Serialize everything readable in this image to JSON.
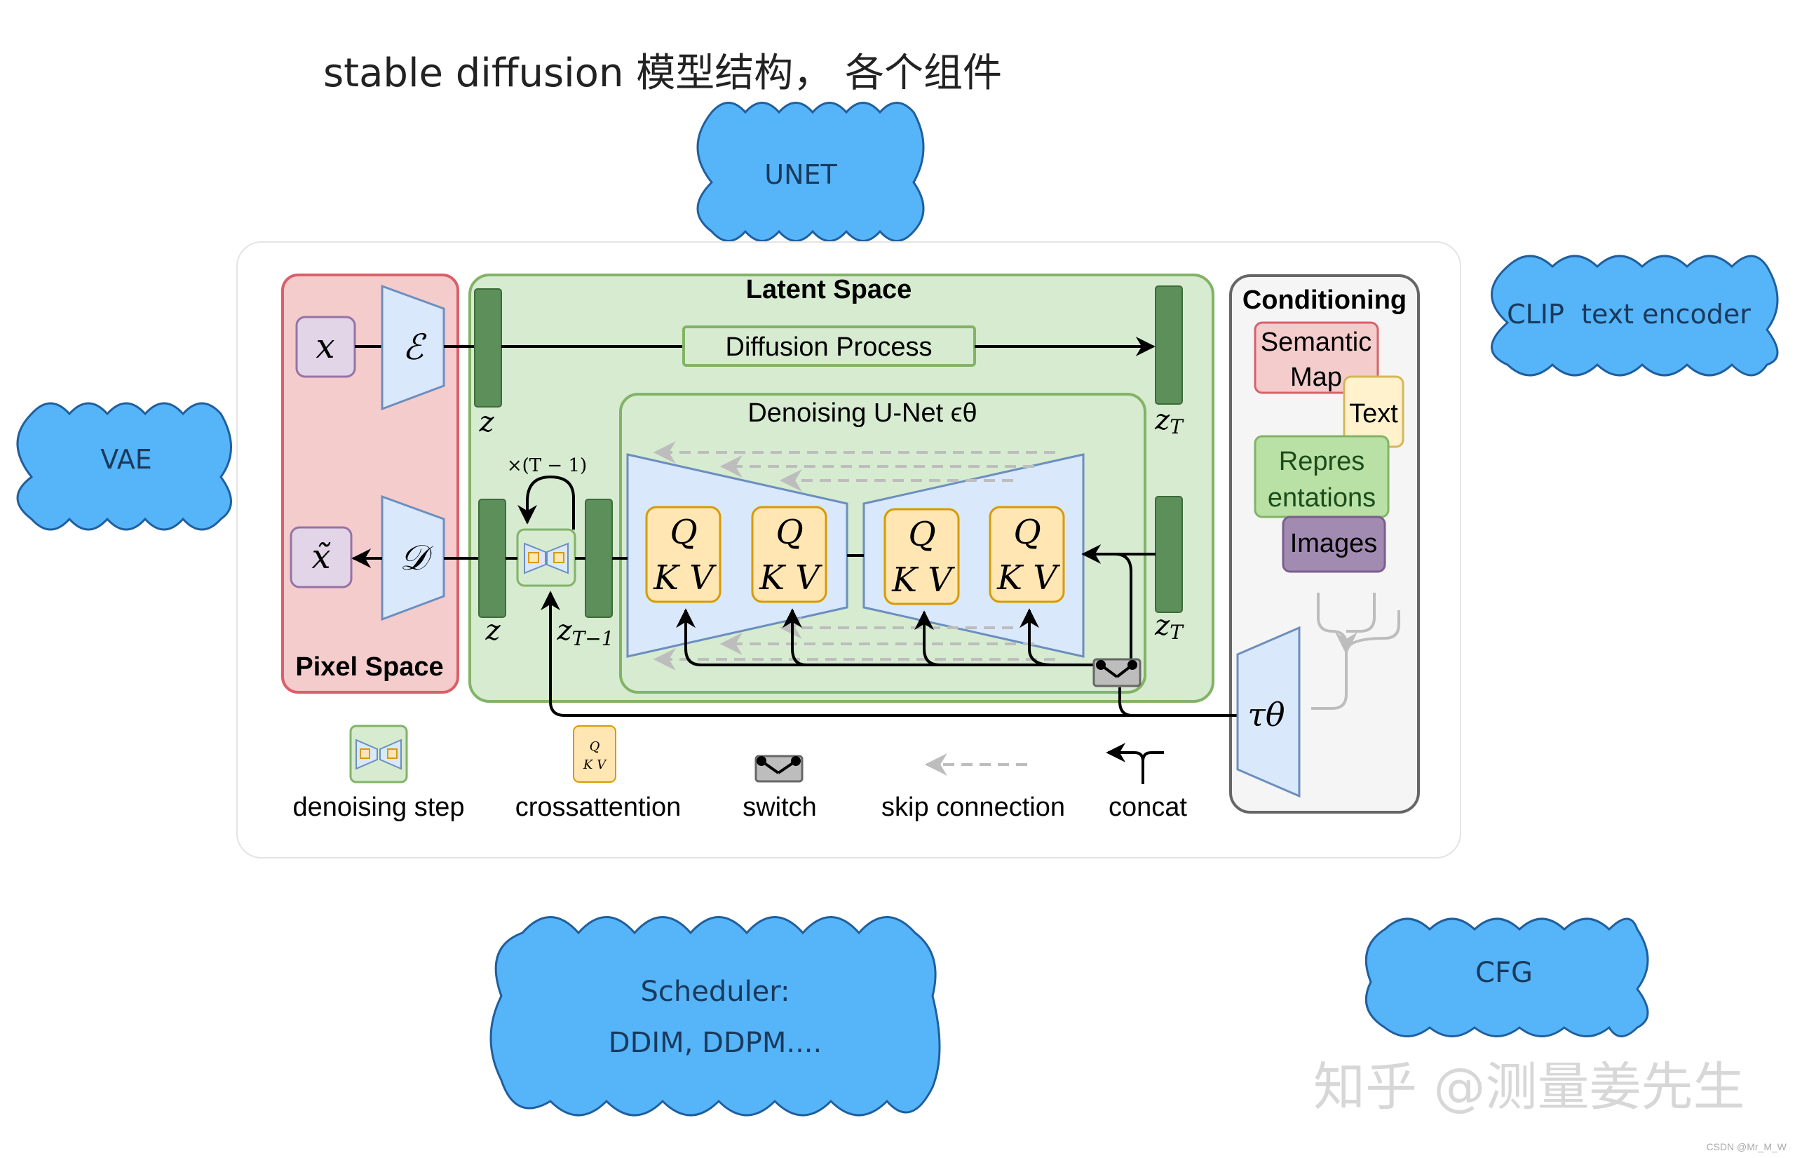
{
  "title": "stable diffusion 模型结构， 各个组件",
  "clouds": {
    "unet": "UNET",
    "vae": "VAE",
    "clip": "CLIP  text encoder",
    "scheduler_line1": "Scheduler:",
    "scheduler_line2": "DDIM, DDPM....",
    "cfg": "CFG"
  },
  "figure": {
    "latent_space": "Latent Space",
    "pixel_space": "Pixel Space",
    "conditioning": "Conditioning",
    "diffusion_process": "Diffusion Process",
    "denoising_unet": "Denoising U-Net ϵθ",
    "x": "x",
    "x_tilde": "x̃",
    "encoder": "ℰ",
    "decoder": "𝒟",
    "z": "z",
    "z_T": "zT",
    "z_T_minus_1": "zT−1",
    "loop_label": "×(T − 1)",
    "q": "Q",
    "kv": "K V",
    "tau": "τθ",
    "cond_items": {
      "semantic_line1": "Semantic",
      "semantic_line2": "Map",
      "text": "Text",
      "repr_line1": "Repres",
      "repr_line2": "entations",
      "images": "Images"
    },
    "legend": {
      "denoising_step": "denoising step",
      "crossattention": "crossattention",
      "switch": "switch",
      "skip_connection": "skip connection",
      "concat": "concat",
      "mini_q": "Q",
      "mini_kv": "K V"
    }
  },
  "watermark": "知乎 @测量姜先生",
  "credit": "CSDN @Mr_M_W",
  "colors": {
    "cloud_fill": "#56b4f9",
    "cloud_stroke": "#1f5f9e",
    "pixel_fill": "#f4cccc",
    "pixel_stroke": "#d9606a",
    "latent_fill": "#d6ebd0",
    "latent_stroke": "#82b366",
    "unet_fill": "#dae8fc",
    "unet_stroke": "#6c8ebf",
    "attn_fill": "#ffe6b3",
    "attn_stroke": "#d79b00",
    "cond_stroke": "#666666"
  }
}
